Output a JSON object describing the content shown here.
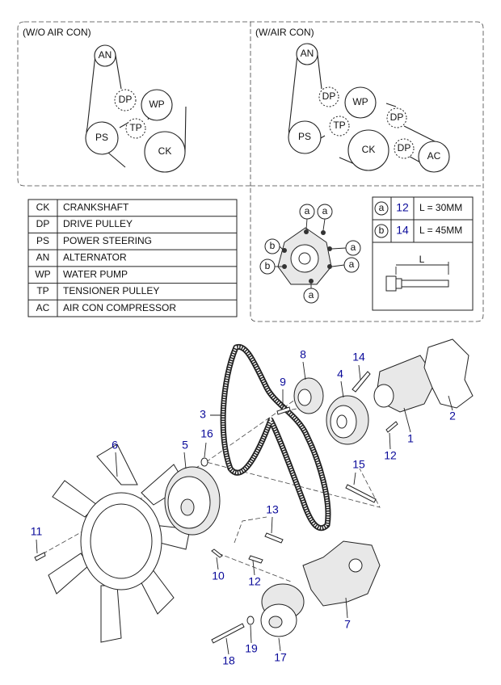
{
  "wo_ac": {
    "title": "(W/O AIR CON)",
    "pulleys": [
      {
        "id": "AN",
        "label": "AN"
      },
      {
        "id": "DP",
        "label": "DP"
      },
      {
        "id": "WP",
        "label": "WP"
      },
      {
        "id": "PS",
        "label": "PS"
      },
      {
        "id": "TP",
        "label": "TP"
      },
      {
        "id": "CK",
        "label": "CK"
      }
    ]
  },
  "w_ac": {
    "title": "(W/AIR CON)",
    "pulleys": [
      {
        "id": "AN",
        "label": "AN"
      },
      {
        "id": "DP1",
        "label": "DP"
      },
      {
        "id": "WP",
        "label": "WP"
      },
      {
        "id": "DP2",
        "label": "DP"
      },
      {
        "id": "PS",
        "label": "PS"
      },
      {
        "id": "TP",
        "label": "TP"
      },
      {
        "id": "CK",
        "label": "CK"
      },
      {
        "id": "DP3",
        "label": "DP"
      },
      {
        "id": "AC",
        "label": "AC"
      }
    ]
  },
  "legend": [
    {
      "code": "CK",
      "name": "CRANKSHAFT"
    },
    {
      "code": "DP",
      "name": "DRIVE  PULLEY"
    },
    {
      "code": "PS",
      "name": "POWER  STEERING"
    },
    {
      "code": "AN",
      "name": "ALTERNATOR"
    },
    {
      "code": "WP",
      "name": "WATER  PUMP"
    },
    {
      "code": "TP",
      "name": "TENSIONER  PULLEY"
    },
    {
      "code": "AC",
      "name": "AIR  CON COMPRESSOR"
    }
  ],
  "bolt_pattern": {
    "markers": [
      "a",
      "a",
      "a",
      "a",
      "b",
      "b",
      "a"
    ]
  },
  "bolt_table": {
    "rows": [
      {
        "mark": "a",
        "part": "12",
        "length": "L = 30MM"
      },
      {
        "mark": "b",
        "part": "14",
        "length": "L = 45MM"
      }
    ],
    "dim_label": "L"
  },
  "callouts": [
    "1",
    "2",
    "3",
    "4",
    "5",
    "6",
    "7",
    "8",
    "9",
    "10",
    "11",
    "12",
    "12",
    "13",
    "14",
    "15",
    "16",
    "17",
    "18",
    "19"
  ],
  "colors": {
    "callout": "#0a0a9a",
    "line": "#222222"
  }
}
